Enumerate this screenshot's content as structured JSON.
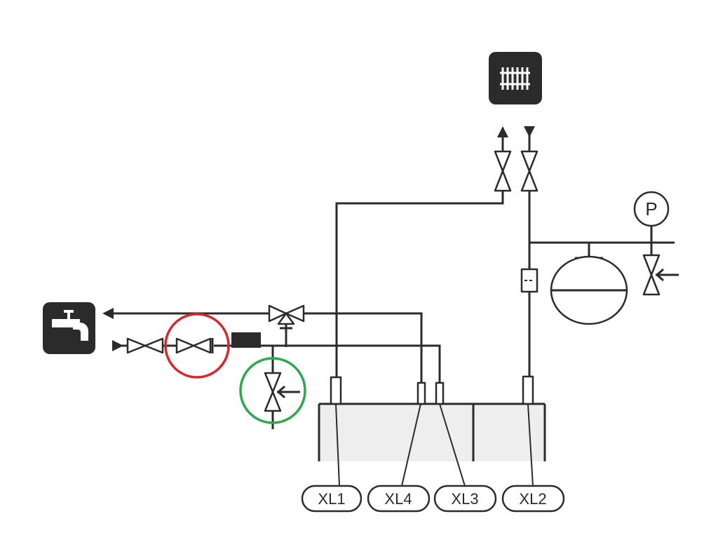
{
  "labels": {
    "xl1": "XL1",
    "xl4": "XL4",
    "xl3": "XL3",
    "xl2": "XL2",
    "pressure_gauge": "P"
  },
  "icons": {
    "radiator": "radiator-icon",
    "tap": "water-tap-icon"
  },
  "highlights": {
    "red_circle_color": "#d9262b",
    "green_circle_color": "#2ea84a"
  },
  "colors": {
    "line": "#2b2b2b",
    "tank_fill": "#eeeeee",
    "icon_bg": "#2b2b2b"
  }
}
